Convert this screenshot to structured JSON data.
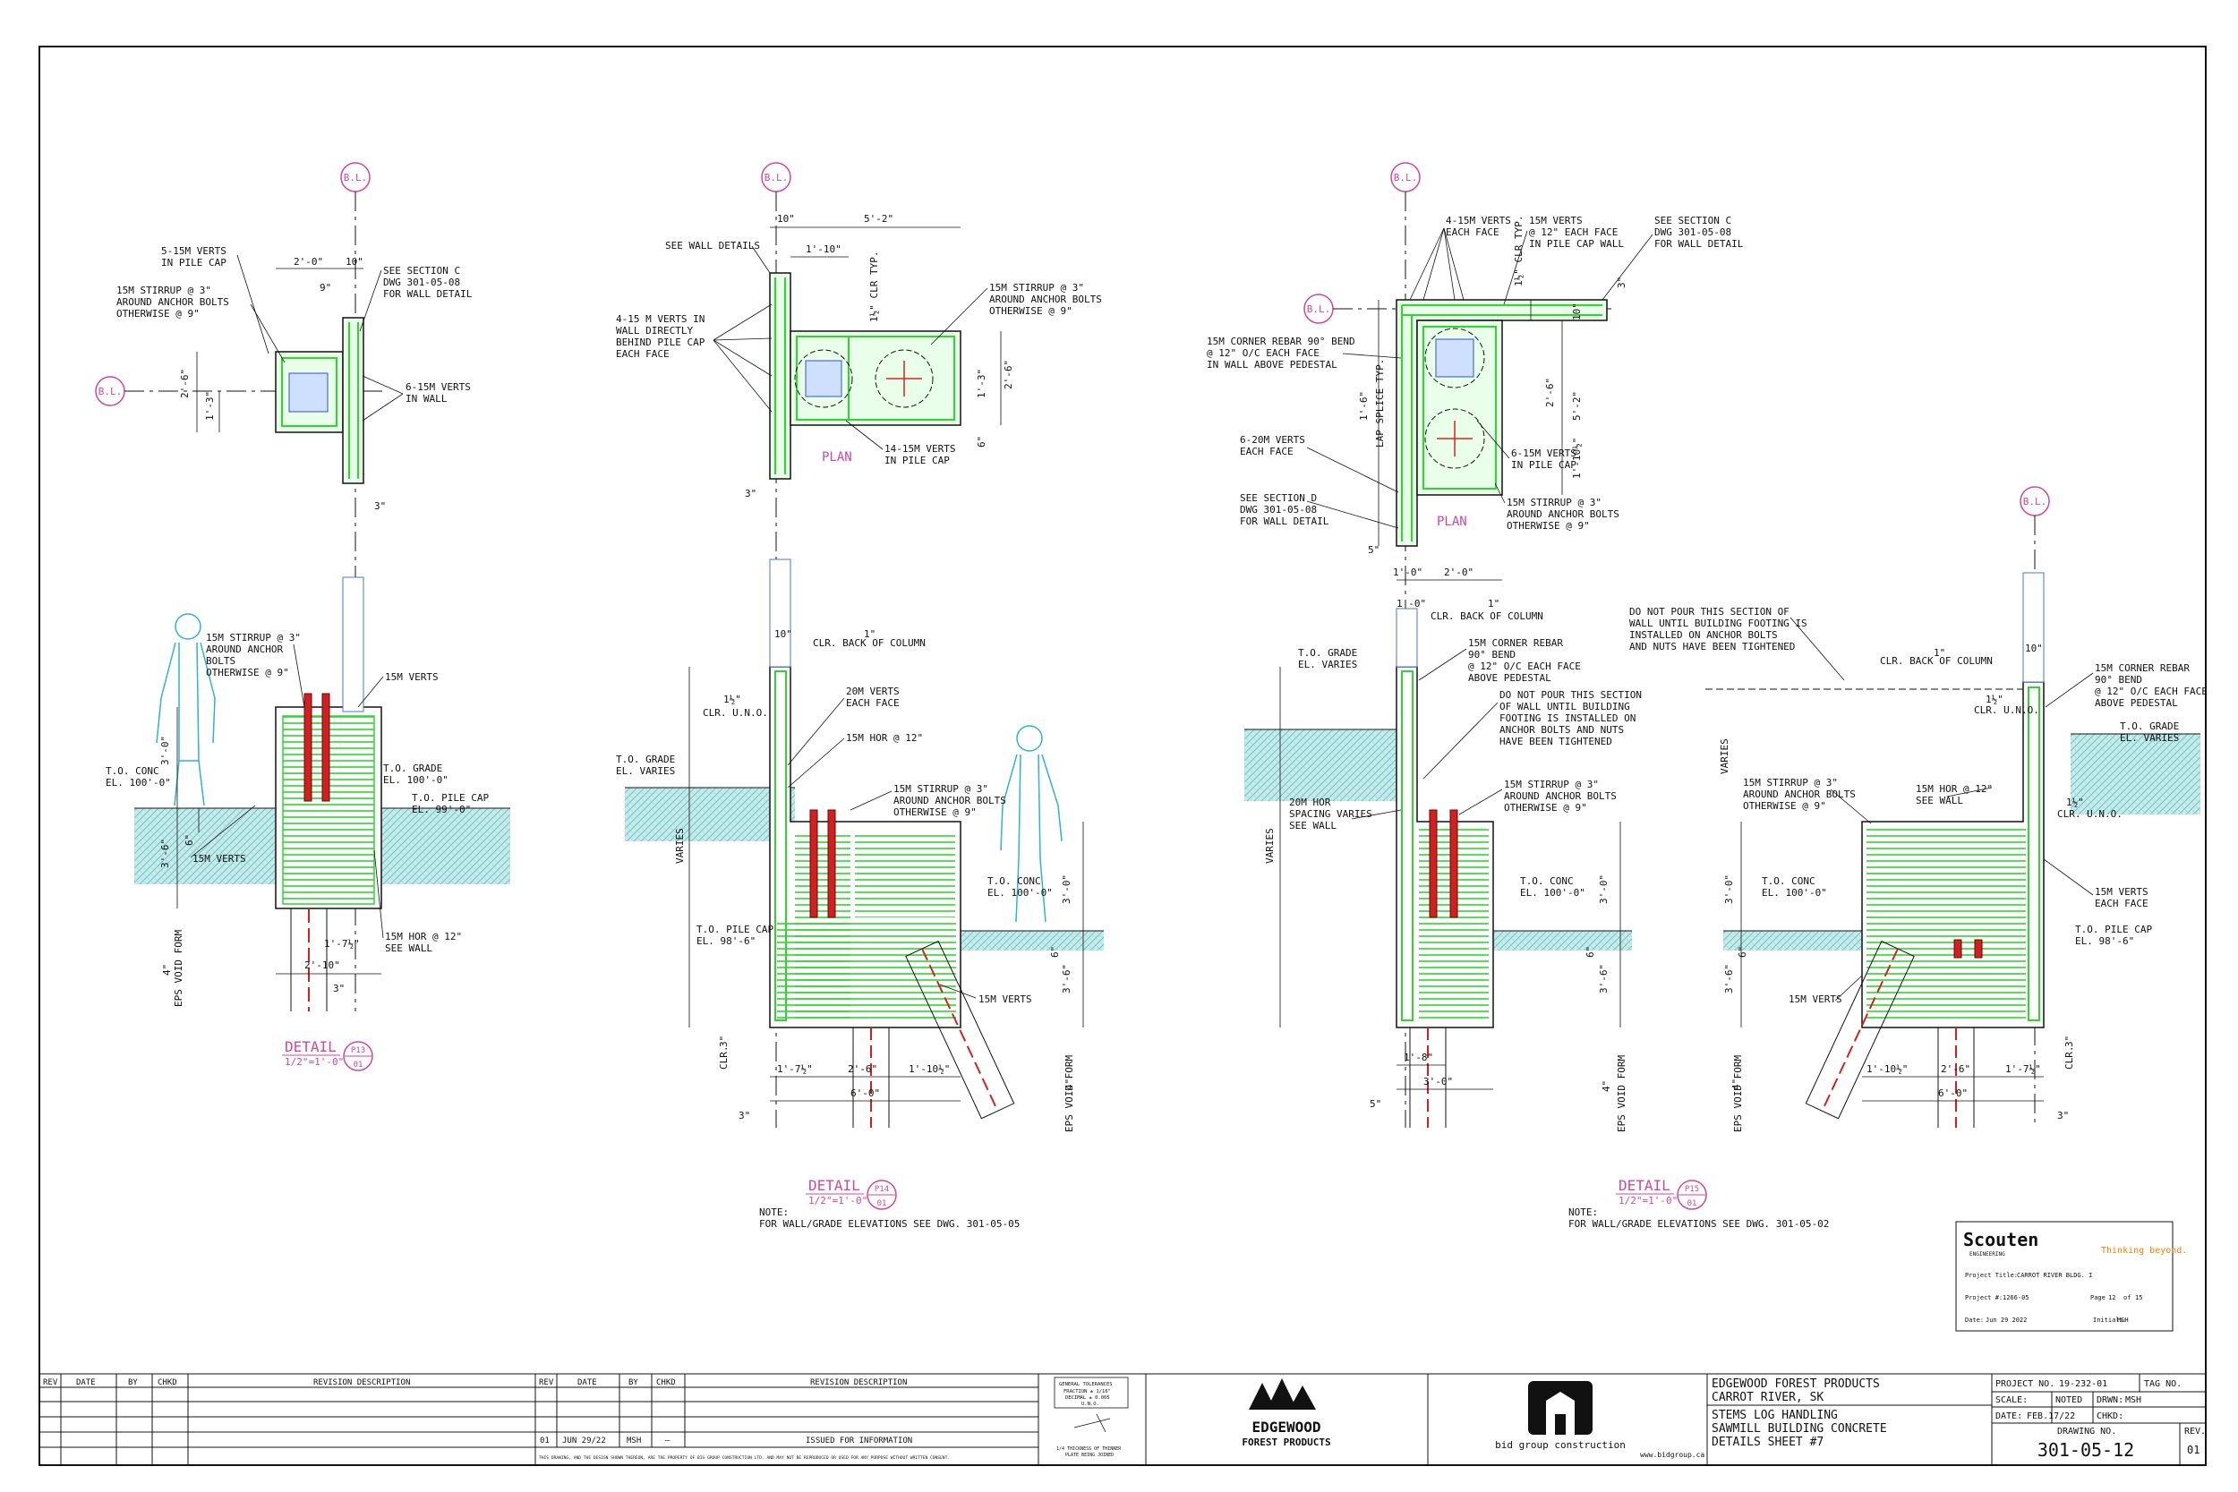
{
  "colors": {
    "line": "#111111",
    "rebar": "#2fd62f",
    "grid": "#d0489a",
    "soil": "#9fd8d8",
    "person": "#2fb4c8",
    "accent": "#ff7a00"
  },
  "gridline": "B.L.",
  "detail13": {
    "labels": {
      "verts_pile_cap": [
        "5-15M VERTS",
        "IN PILE CAP"
      ],
      "stirrup": [
        "15M STIRRUP @ 3\"",
        "AROUND ANCHOR BOLTS",
        "OTHERWISE @ 9\""
      ],
      "see_c": [
        "SEE SECTION C",
        "DWG 301-05-08",
        "FOR WALL DETAIL"
      ],
      "verts_wall": [
        "6-15M VERTS",
        "IN WALL"
      ],
      "sec_stirrup": [
        "15M STIRRUP @ 3\"",
        "AROUND ANCHOR",
        "BOLTS",
        "OTHERWISE @ 9\""
      ],
      "sec_verts": "15M VERTS",
      "to_conc": [
        "T.O. CONC",
        "EL. 100'-0\""
      ],
      "to_grade": [
        "T.O. GRADE",
        "EL. 100'-0\""
      ],
      "to_pile_cap": [
        "T.O. PILE CAP",
        "EL. 99'-0\""
      ],
      "verts2": "15M VERTS",
      "hor": [
        "15M HOR @ 12\"",
        "SEE WALL"
      ],
      "eps": "EPS VOID FORM"
    },
    "dims": {
      "d1": "2'-0\"",
      "d2": "10\"",
      "d3": "9\"",
      "d4": "2'-6\"",
      "d5": "1'-3\"",
      "d6": "3\"",
      "d7": "3'-0\"",
      "d8": "6\"",
      "d9": "3'-6\"",
      "d10": "1'-7½\"",
      "d11": "2'-10\"",
      "d12": "3\"",
      "d13": "4\""
    },
    "title": "DETAIL",
    "scale": "1/2\"=1'-0\"",
    "number": "P13",
    "sheet": "01"
  },
  "detail14": {
    "labels": {
      "see_wall": "SEE WALL DETAILS",
      "verts_in_wall": [
        "4-15 M VERTS IN",
        "WALL DIRECTLY",
        "BEHIND PILE CAP",
        "EACH FACE"
      ],
      "stirrup": [
        "15M STIRRUP @ 3\"",
        "AROUND ANCHOR BOLTS",
        "OTHERWISE @ 9\""
      ],
      "verts_pile_cap": [
        "14-15M VERTS",
        "IN PILE CAP"
      ],
      "plan": "PLAN",
      "clr_back": "CLR. BACK OF COLUMN",
      "clr_uno": "CLR. U.N.O.",
      "verts20": [
        "20M VERTS",
        "EACH FACE"
      ],
      "hor": "15M HOR @ 12\"",
      "sec_stirrup": [
        "15M STIRRUP @ 3\"",
        "AROUND ANCHOR BOLTS",
        "OTHERWISE @ 9\""
      ],
      "to_grade": [
        "T.O. GRADE",
        "EL. VARIES"
      ],
      "to_conc": [
        "T.O. CONC",
        "EL. 100'-0\""
      ],
      "to_pile_cap": [
        "T.O. PILE CAP",
        "EL. 98'-6\""
      ],
      "verts": "15M VERTS",
      "varies": "VARIES",
      "eps": "EPS VOID FORM",
      "clr": "CLR."
    },
    "dims": {
      "d1": "10\"",
      "d2": "5'-2\"",
      "d3": "1'-10\"",
      "d4": "1½\" CLR TYP.",
      "d5": "2'-6\"",
      "d6": "1'-3\"",
      "d7": "6\"",
      "d8": "3\"",
      "d9": "10\"",
      "d10": "1\"",
      "d11": "1½\"",
      "d12": "3'-0\"",
      "d13": "6\"",
      "d14": "3'-6\"",
      "d15": "1'-7½\"",
      "d16": "2'-6\"",
      "d17": "1'-10½\"",
      "d18": "6'-0\"",
      "d19": "3\"",
      "d20": "3\"",
      "d21": "4\""
    },
    "title": "DETAIL",
    "scale": "1/2\"=1'-0\"",
    "number": "P14",
    "sheet": "01",
    "note": [
      "NOTE:",
      "FOR WALL/GRADE ELEVATIONS SEE DWG. 301-05-05"
    ]
  },
  "detail15": {
    "labels": {
      "verts_each": [
        "4-15M VERTS",
        "EACH FACE"
      ],
      "verts12": [
        "15M VERTS",
        "@ 12\" EACH FACE",
        "IN PILE CAP WALL"
      ],
      "see_c": [
        "SEE SECTION C",
        "DWG 301-05-08",
        "FOR WALL DETAIL"
      ],
      "corner": [
        "15M CORNER REBAR 90° BEND",
        "@ 12\" O/C EACH FACE",
        "IN WALL ABOVE PEDESTAL"
      ],
      "verts20": [
        "6-20M VERTS",
        "EACH FACE"
      ],
      "see_d": [
        "SEE SECTION D",
        "DWG 301-05-08",
        "FOR WALL DETAIL"
      ],
      "verts_pile": [
        "6-15M VERTS",
        "IN PILE CAP"
      ],
      "stirrup": [
        "15M STIRRUP @ 3\"",
        "AROUND ANCHOR BOLTS",
        "OTHERWISE @ 9\""
      ],
      "plan": "PLAN",
      "lap": "LAP SPLICE TYP.",
      "clr_back": "CLR. BACK OF COLUMN",
      "corner2": [
        "15M CORNER REBAR",
        "90° BEND",
        "@ 12\" O/C EACH FACE",
        "ABOVE PEDESTAL"
      ],
      "do_not": [
        "DO NOT POUR THIS SECTION",
        "OF WALL UNTIL BUILDING",
        "FOOTING IS INSTALLED ON",
        "ANCHOR BOLTS AND NUTS",
        "HAVE BEEN TIGHTENED"
      ],
      "to_grade": [
        "T.O. GRADE",
        "EL. VARIES"
      ],
      "sec_stirrup": [
        "15M STIRRUP @ 3\"",
        "AROUND ANCHOR BOLTS",
        "OTHERWISE @ 9\""
      ],
      "hor20": [
        "20M HOR",
        "SPACING VARIES",
        "SEE WALL"
      ],
      "to_conc": [
        "T.O. CONC",
        "EL. 100'-0\""
      ],
      "varies": "VARIES",
      "eps": "EPS VOID FORM"
    },
    "dims": {
      "d1": "1½\" CLR TYP.",
      "d2": "3\"",
      "d3": "10\"",
      "d4": "2'-6\"",
      "d5": "5'-2\"",
      "d6": "1'-10½\"",
      "d7": "1'-6\"",
      "d8": "5\"",
      "d9": "1'-0\"",
      "d10": "2'-0\"",
      "d11": "1'-0\"",
      "d12": "1\"",
      "d13": "3'-0\"",
      "d14": "6\"",
      "d15": "3'-6\"",
      "d16": "1'-8\"",
      "d17": "3'-0\"",
      "d18": "5\"",
      "d19": "4\""
    }
  },
  "detail16": {
    "labels": {
      "do_not": [
        "DO NOT POUR THIS SECTION OF",
        "WALL UNTIL BUILDING FOOTING IS",
        "INSTALLED ON ANCHOR BOLTS",
        "AND NUTS HAVE BEEN TIGHTENED"
      ],
      "clr_back": "CLR. BACK OF COLUMN",
      "corner": [
        "15M CORNER REBAR",
        "90° BEND",
        "@ 12\" O/C EACH FACE",
        "ABOVE PEDESTAL"
      ],
      "clr_uno": "CLR. U.N.O.",
      "to_grade": [
        "T.O. GRADE",
        "EL. VARIES"
      ],
      "clr_uno2": "CLR. U.N.O.",
      "stirrup": [
        "15M STIRRUP @ 3\"",
        "AROUND ANCHOR BOLTS",
        "OTHERWISE @ 9\""
      ],
      "hor": [
        "15M HOR @ 12\"",
        "SEE WALL"
      ],
      "to_conc": [
        "T.O. CONC",
        "EL. 100'-0\""
      ],
      "verts_each": [
        "15M VERTS",
        "EACH FACE"
      ],
      "to_pile_cap": [
        "T.O. PILE CAP",
        "EL. 98'-6\""
      ],
      "verts": "15M VERTS",
      "varies": "VARIES",
      "eps": "EPS VOID FORM",
      "clr": "CLR."
    },
    "dims": {
      "d1": "1\"",
      "d2": "10\"",
      "d3": "1½\"",
      "d4": "1½\"",
      "d5": "3'-0\"",
      "d6": "6\"",
      "d7": "3'-6\"",
      "d8": "1'-10½\"",
      "d9": "2'-6\"",
      "d10": "1'-7½\"",
      "d11": "6'-0\"",
      "d12": "3\"",
      "d13": "4\"",
      "d14": "3\""
    },
    "title": "DETAIL",
    "scale": "1/2\"=1'-0\"",
    "number": "P15",
    "sheet": "01",
    "note": [
      "NOTE:",
      "FOR WALL/GRADE ELEVATIONS SEE DWG. 301-05-02"
    ]
  },
  "stamp": {
    "company": "Scouten",
    "company_sub": "ENGINEERING",
    "tagline": "Thinking beyond.",
    "project_title_label": "Project Title:",
    "project_title": "CARROT RIVER BLDG. I",
    "project_no_label": "Project #:",
    "project_no": "1266-05",
    "page_label": "Page",
    "page": "12",
    "of_label": "of",
    "pages": "15",
    "date_label": "Date:",
    "date": "Jun 29 2022",
    "initials_label": "Initials:",
    "initials": "MSH"
  },
  "titleblock": {
    "rev_headers": [
      "REV",
      "DATE",
      "BY",
      "CHKD",
      "REVISION DESCRIPTION"
    ],
    "rev_headers2": [
      "REV",
      "DATE",
      "BY",
      "CHKD",
      "REVISION DESCRIPTION"
    ],
    "revision_row": {
      "rev": "01",
      "date": "JUN 29/22",
      "by": "MSH",
      "chkd": "–",
      "desc": "ISSUED FOR INFORMATION"
    },
    "copyright": "THIS DRAWING, AND THE DESIGN SHOWN THEREON, ARE THE PROPERTY OF BIG GROUP CONSTRUCTION LTD. AND MAY NOT BE REPRODUCED OR USED FOR ANY PURPOSE WITHOUT WRITTEN CONSENT.",
    "tolerances": [
      "GENERAL TOLERANCES",
      "FRACTION ± 1/16\"",
      "DECIMAL ± 0.005",
      "U.N.O."
    ],
    "tolerances_note": [
      "1/4 THICKNESS OF THINNER",
      "PLATE BEING JOINED"
    ],
    "client_logo": [
      "EDGEWOOD",
      "FOREST PRODUCTS"
    ],
    "contractor": "bid group construction",
    "website": "www.bidgroup.ca",
    "client": "EDGEWOOD FOREST PRODUCTS",
    "location": "CARROT RIVER, SK",
    "desc1": "STEMS LOG HANDLING",
    "desc2": "SAWMILL BUILDING CONCRETE",
    "desc3": "DETAILS SHEET #7",
    "project_no_label": "PROJECT NO.",
    "project_no": "19-232-01",
    "tag_label": "TAG NO.",
    "scale_label": "SCALE:",
    "scale": "NOTED",
    "drwn_label": "DRWN:",
    "drwn": "MSH",
    "date_label": "DATE:",
    "date": "FEB.17/22",
    "chkd_label": "CHKD:",
    "drawing_no_label": "DRAWING NO.",
    "drawing_no": "301-05-12",
    "rev_label": "REV.",
    "rev": "01"
  }
}
